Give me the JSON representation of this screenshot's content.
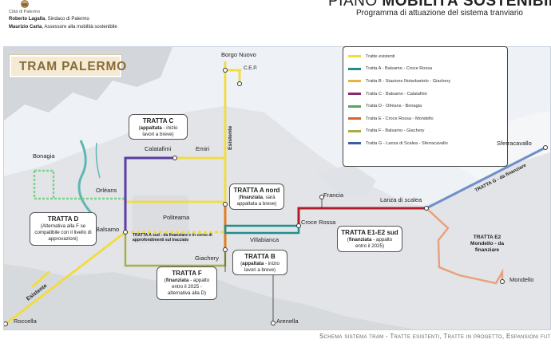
{
  "header": {
    "city": "Città di Palermo",
    "mayor_name": "Roberto Lagalla",
    "mayor_role": ", Sindaco di Palermo",
    "assessor_name": "Maurizio Carta",
    "assessor_role": ", Assessore alla mobilità sostenibile",
    "title_light": "PIANO ",
    "title_bold": "MOBILITÀ SOSTENIBILE",
    "subtitle": "Programma di attuazione del  sistema tranviario"
  },
  "map": {
    "brand_label": "TRAM PALERMO",
    "caption": "Schema  sistema tram - Tratte esistenti, Tratte in progetto, Espansioni future",
    "legend": [
      {
        "label": "Tratte esistenti",
        "color": "#f2dc3c"
      },
      {
        "label": "Tratta A - Balsamo - Croce Rossa",
        "color": "#1f8f8c"
      },
      {
        "label": "Tratta B - Stazione Notarbartolo - Giachery",
        "color": "#e3b53e"
      },
      {
        "label": "Tratta C - Balsamo - Calatafimi",
        "color": "#8a2a6e"
      },
      {
        "label": "Tratta D - Orléans - Bonagia",
        "color": "#5aa463"
      },
      {
        "label": "Tratta E - Croce Rossa - Mondello",
        "color": "#d2662b"
      },
      {
        "label": "Tratta F - Balsamo - Giachery",
        "color": "#a6ae45"
      },
      {
        "label": "Tratta G - Lanza di Scalea - Sferracavallo",
        "color": "#3f5f9a"
      }
    ],
    "callouts": {
      "c": {
        "title": "TRATTA C",
        "b1": "appaltata",
        "rest": " - inizio lavori a breve"
      },
      "a": {
        "title": "TRATTA A nord",
        "b1": "finanziata",
        "rest": ", sarà appaltata a breve"
      },
      "d": {
        "title": "TRATTA D",
        "rest": "Alternativa alla F se compatibile con il livello di approvazioni"
      },
      "e": {
        "title": "TRATTA E1-E2 sud",
        "b1": "finanziata",
        "rest": " - appalto entro il 2025"
      },
      "b": {
        "title": "TRATTA B",
        "b1": "appaltata",
        "rest": " - inizio lavori a breve"
      },
      "f": {
        "title": "TRATTA F",
        "b1": "finanziata",
        "rest": " - appalto entro il 2025 - alternativa alla D"
      },
      "e2": {
        "title": "TRATTA E2 Mondello",
        "rest": "- da finanziare"
      }
    },
    "places": {
      "borgo_nuovo": "Borgo Nuovo",
      "cep": "C.E.P.",
      "bonagia": "Bonagia",
      "orleans": "Orléans",
      "calatafimi": "Calatafimi",
      "emiri": "Emiri",
      "politeama": "Politeama",
      "balsamo": "Balsamo",
      "francia": "Francia",
      "croce_rossa": "Croce Rossa",
      "villabianca": "Villabianca",
      "giachery": "Giachery",
      "lanza": "Lanza di scalea",
      "sferracavallo": "Sferracavallo",
      "mondello": "Mondello",
      "roccella": "Roccella",
      "arenella": "Arenella"
    },
    "line_labels": {
      "esistente_v": "Esistente",
      "esistente_diag": "Esistente",
      "tratta_g": "TRATTA G - da finanziare",
      "tratta_a_sud": "TRATTA A sud - da finanziare e in corso di approfondimenti sul tracciato"
    }
  }
}
